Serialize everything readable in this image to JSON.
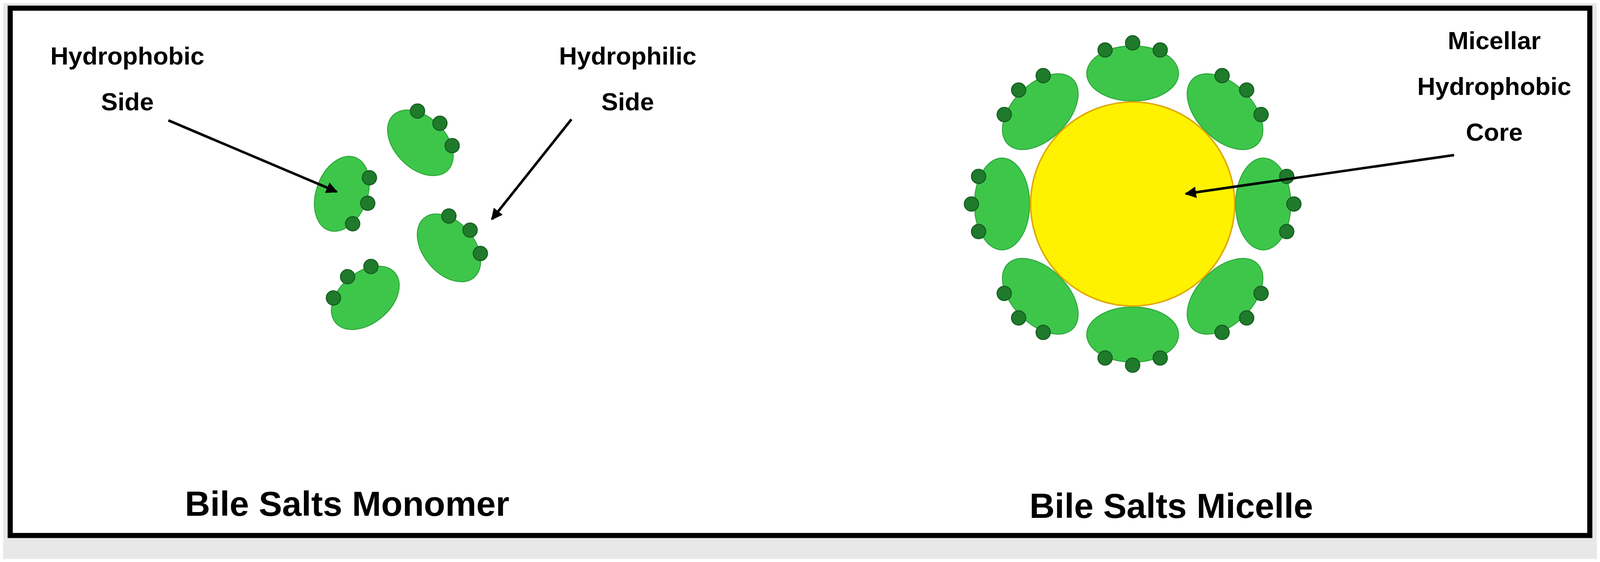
{
  "diagram": {
    "labels": [
      "Hydrophobic Side",
      "Hydrophilic Side",
      "Micellar Hydrophobic Core",
      "Bile Salts Monomer",
      "Bile Salts Micelle"
    ]
  }
}
